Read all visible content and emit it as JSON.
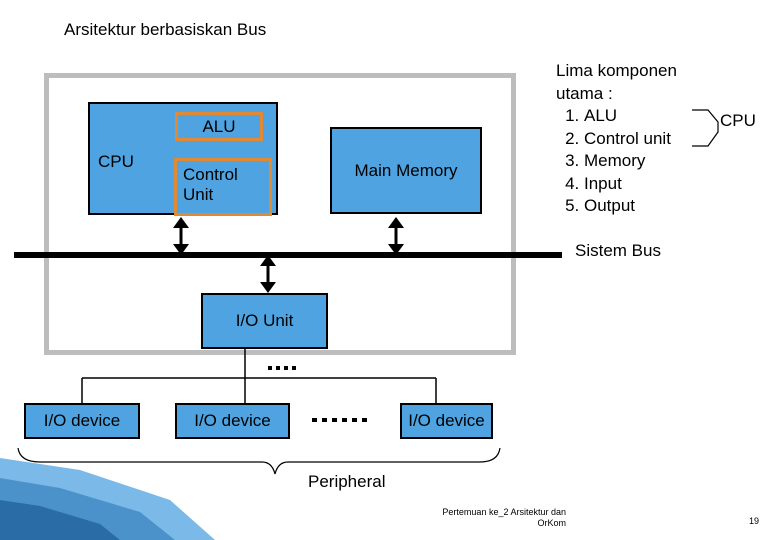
{
  "title": "Arsitektur berbasiskan Bus",
  "diagram": {
    "cpu_label": "CPU",
    "alu_label": "ALU",
    "control_unit_line1": "Control",
    "control_unit_line2": "Unit",
    "main_memory_label": "Main Memory",
    "io_unit_label": "I/O Unit",
    "io_devices": [
      "I/O device",
      "I/O device",
      "I/O device"
    ],
    "system_bus_label": "Sistem Bus",
    "peripheral_label": "Peripheral"
  },
  "components": {
    "heading_line1": "Lima komponen",
    "heading_line2": "utama :",
    "items": [
      "ALU",
      "Control unit",
      "Memory",
      "Input",
      "Output"
    ],
    "group_label": "CPU"
  },
  "footer": {
    "line1": "Pertemuan ke_2 Arsitektur dan",
    "line2": "OrKom",
    "page": "19"
  },
  "colors": {
    "box_fill": "#4fa3e0",
    "highlight_border": "#e08a35",
    "frame": "#bdbdbd"
  }
}
